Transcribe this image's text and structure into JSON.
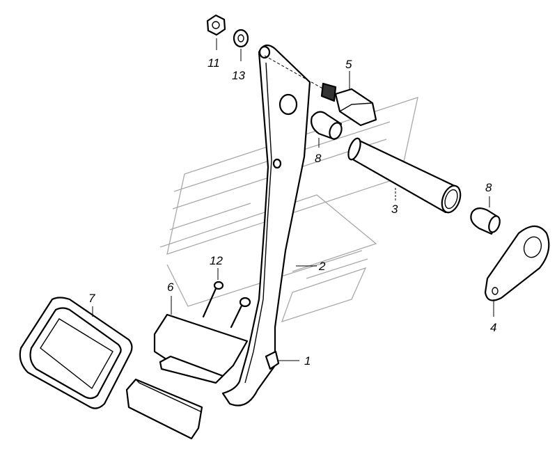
{
  "diagram": {
    "parts": [
      {
        "id": "pedal-lever",
        "label": "1"
      },
      {
        "id": "pedal-arm",
        "label": "2"
      },
      {
        "id": "shaft",
        "label": "3"
      },
      {
        "id": "link-plate",
        "label": "4"
      },
      {
        "id": "bolt",
        "label": "5"
      },
      {
        "id": "pedal-plate",
        "label": "6"
      },
      {
        "id": "pedal-pad",
        "label": "7"
      },
      {
        "id": "bushing-upper",
        "label": "8"
      },
      {
        "id": "bushing-lower",
        "label": "8"
      },
      {
        "id": "nut",
        "label": "11"
      },
      {
        "id": "rivet",
        "label": "12"
      },
      {
        "id": "washer",
        "label": "13"
      }
    ]
  }
}
